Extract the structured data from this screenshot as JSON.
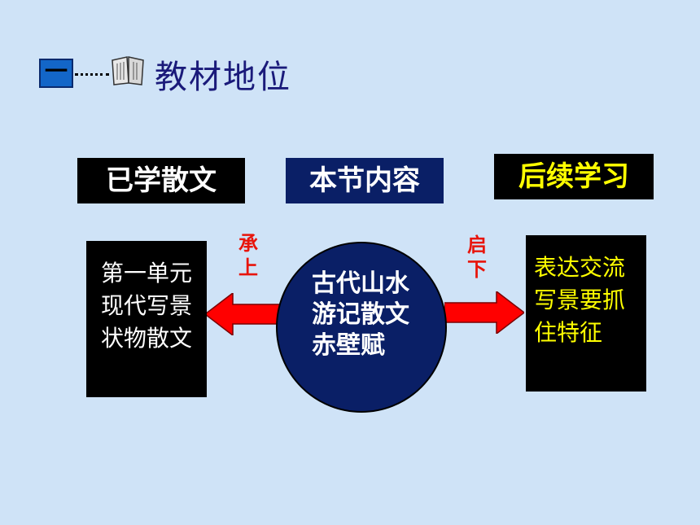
{
  "title": {
    "badge": "一",
    "text": "教材地位",
    "icon": "book-icon"
  },
  "headers": {
    "learned": "已学散文",
    "current": "本节内容",
    "next": "后续学习"
  },
  "left_box": {
    "lines": [
      "第一单元",
      "现代写景",
      "状物散文"
    ]
  },
  "center": {
    "lines": [
      "古代山水",
      "游记散文",
      "赤壁赋"
    ]
  },
  "right_box": {
    "lines": [
      "表达交流",
      "写景要抓",
      "住特征"
    ]
  },
  "labels": {
    "up": [
      "承",
      "上"
    ],
    "down": [
      "启",
      "下"
    ]
  },
  "colors": {
    "background": "#cfe3f7",
    "dark_navy": "#0a1f66",
    "arrow_red": "#ff0000",
    "label_red": "#e8140a",
    "yellow_text": "#ffff00"
  }
}
